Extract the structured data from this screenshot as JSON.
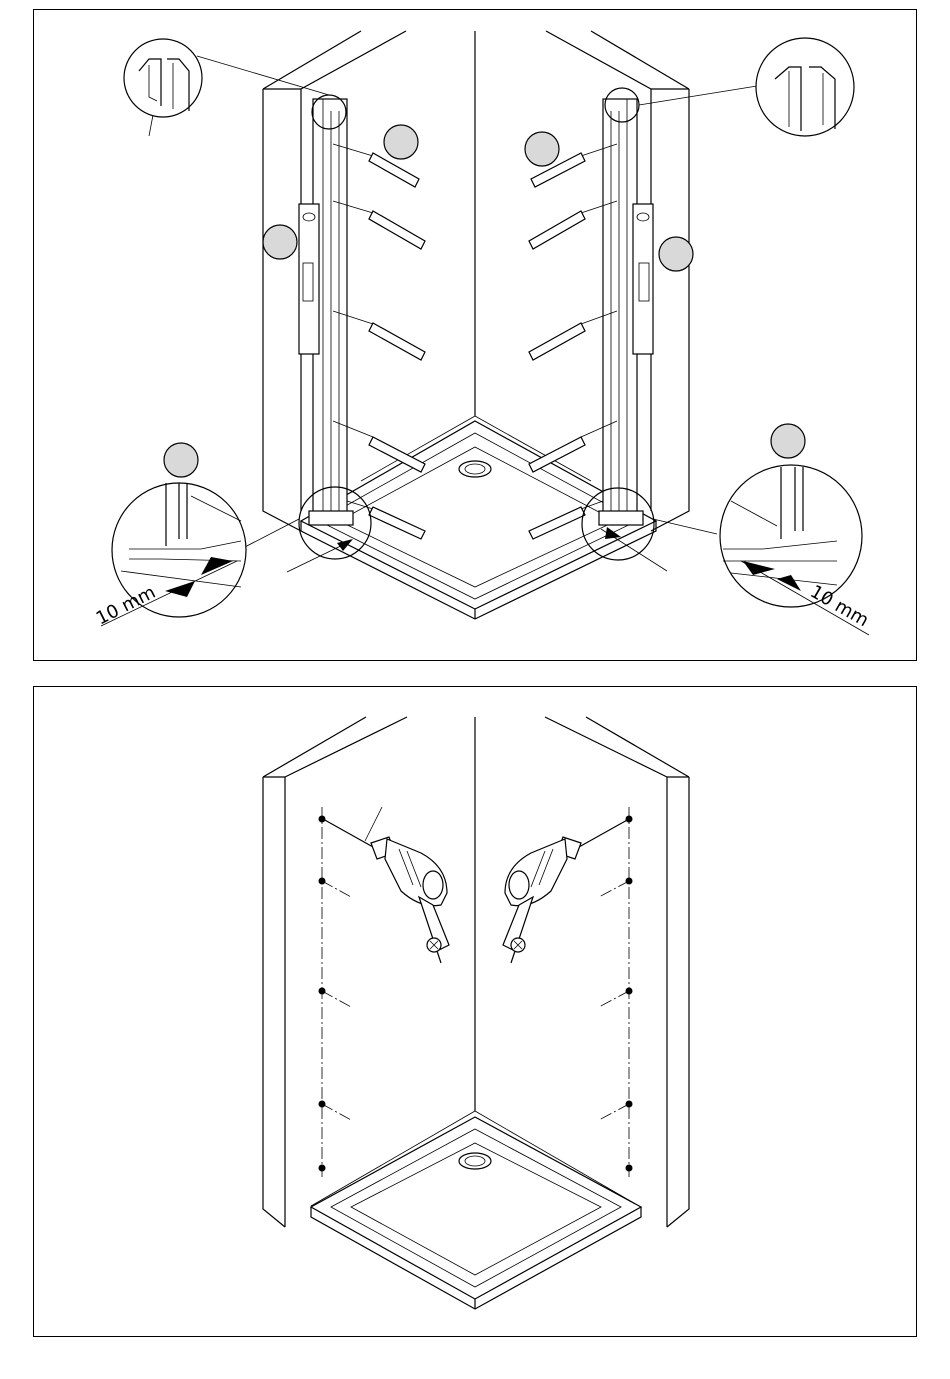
{
  "panels": [
    {
      "id": "top",
      "dimension_labels": {
        "left": "10 mm",
        "right": "10 mm"
      }
    },
    {
      "id": "bottom"
    }
  ],
  "colors": {
    "line": "#000000",
    "callout_fill": "#d9d9d9",
    "background": "#ffffff"
  }
}
